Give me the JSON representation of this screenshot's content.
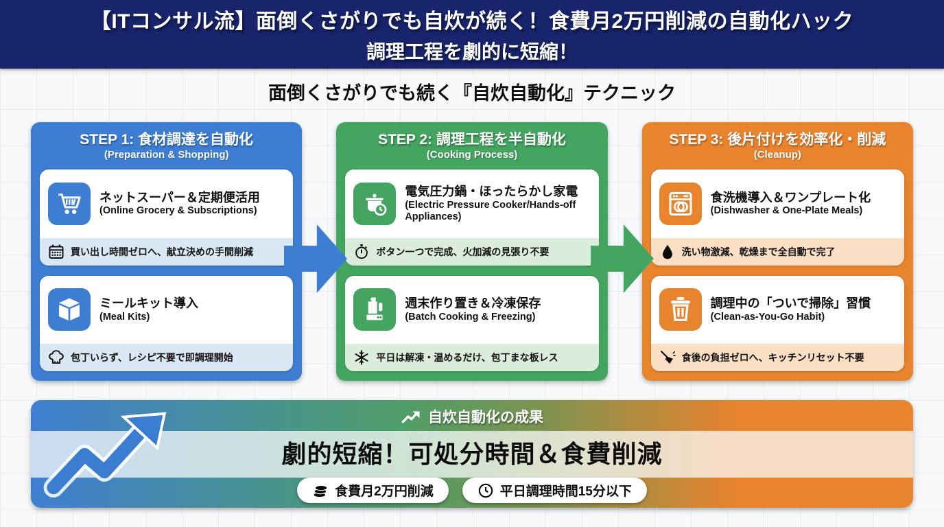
{
  "header": {
    "line1": "【ITコンサル流】面倒くさがりでも自炊が続く！食費月2万円削減の自動化ハック",
    "line2": "調理工程を劇的に短縮！"
  },
  "subtitle": "面倒くさがりでも続く『自炊自動化』テクニック",
  "steps": [
    {
      "title": "STEP 1: 食材調達を自動化",
      "subtitle": "(Preparation & Shopping)",
      "color": "#3d7ed3",
      "items": [
        {
          "icon": "cart-icon",
          "title": "ネットスーパー＆定期便活用",
          "subtitle": "(Online Grocery & Subscriptions)",
          "note_icon": "calendar-icon",
          "note": "買い出し時間ゼロへ、献立決めの手間削減"
        },
        {
          "icon": "package-icon",
          "title": "ミールキット導入",
          "subtitle": "(Meal Kits)",
          "note_icon": "chef-hat-icon",
          "note": "包丁いらず、レシピ不要で即調理開始"
        }
      ]
    },
    {
      "title": "STEP 2: 調理工程を半自動化",
      "subtitle": "(Cooking Process)",
      "color": "#43a55f",
      "items": [
        {
          "icon": "pressure-cooker-icon",
          "title": "電気圧力鍋・ほったらかし家電",
          "subtitle": "(Electric Pressure Cooker/Hands-off Appliances)",
          "note_icon": "stopwatch-icon",
          "note": "ボタン一つで完成、火加減の見張り不要"
        },
        {
          "icon": "food-processor-icon",
          "title": "週末作り置き＆冷凍保存",
          "subtitle": "(Batch Cooking & Freezing)",
          "note_icon": "snowflake-icon",
          "note": "平日は解凍・温めるだけ、包丁まな板レス"
        }
      ]
    },
    {
      "title": "STEP 3: 後片付けを効率化・削減",
      "subtitle": "(Cleanup)",
      "color": "#e8832e",
      "items": [
        {
          "icon": "dishwasher-icon",
          "title": "食洗機導入＆ワンプレート化",
          "subtitle": "(Dishwasher & One-Plate Meals)",
          "note_icon": "water-drop-icon",
          "note": "洗い物激減、乾燥まで全自動で完了"
        },
        {
          "icon": "trash-icon",
          "title": "調理中の「ついで掃除」習慣",
          "subtitle": "(Clean-as-You-Go Habit)",
          "note_icon": "broom-icon",
          "note": "食後の負担ゼロへ、キッチンリセット不要"
        }
      ]
    }
  ],
  "result": {
    "label": "自炊自動化の成果",
    "label_icon": "trend-up-arrow-icon",
    "headline": "劇的短縮！可処分時間＆食費削減",
    "big_icon": "big-trend-up-arrow-icon",
    "badges": [
      {
        "icon": "coins-icon",
        "text": "食費月2万円削減"
      },
      {
        "icon": "clock-icon",
        "text": "平日調理時間15分以下"
      }
    ]
  },
  "colors": {
    "header_bg": "#18246b",
    "step1": "#3d7ed3",
    "step2": "#43a55f",
    "step3": "#e8832e",
    "note_blue": "#d9e6f4",
    "note_green": "#dcecdc",
    "note_orange": "#fadfc4",
    "banner_gradient": [
      "#3f7fd2",
      "#4f9d68",
      "#e8832e"
    ]
  }
}
